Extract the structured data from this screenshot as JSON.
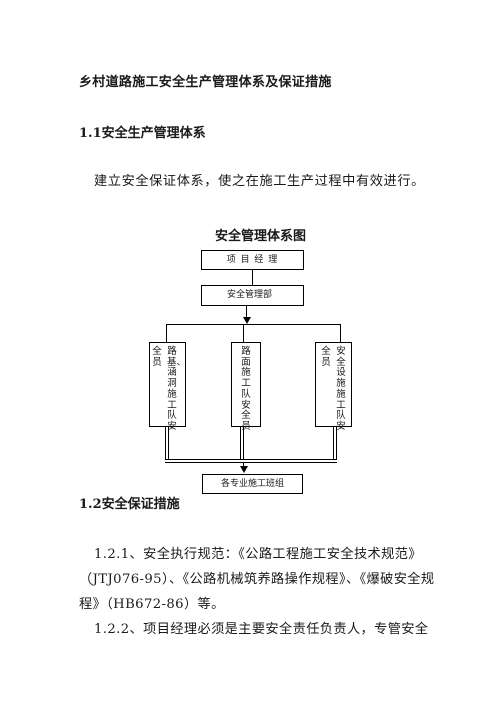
{
  "document": {
    "title": "乡村道路施工安全生产管理体系及保证措施",
    "section1": {
      "heading": "1.1安全生产管理体系",
      "paragraph": "建立安全保证体系，使之在施工生产过程中有效进行。"
    },
    "diagram": {
      "title": "安全管理体系图",
      "top_box": "项  目  经  理",
      "mid_box": "安全管理部",
      "col1_main": "路基、涵洞施工队安",
      "col1_side": "全员",
      "col2_main": "路面施工队安全员",
      "col3_side": "全员",
      "col3_main": "安全设施施工队安",
      "bottom_box": "各专业施工班组"
    },
    "section2": {
      "heading": "1.2安全保证措施",
      "lines": [
        "1.2.1、安全执行规范：《公路工程施工安全技术规范》",
        "（JTJ076-95）、《公路机械筑养路操作规程》、《爆破安全规",
        "程》（HB672-86）等。",
        "1.2.2、项目经理必须是主要安全责任负责人，专管安全"
      ]
    }
  }
}
